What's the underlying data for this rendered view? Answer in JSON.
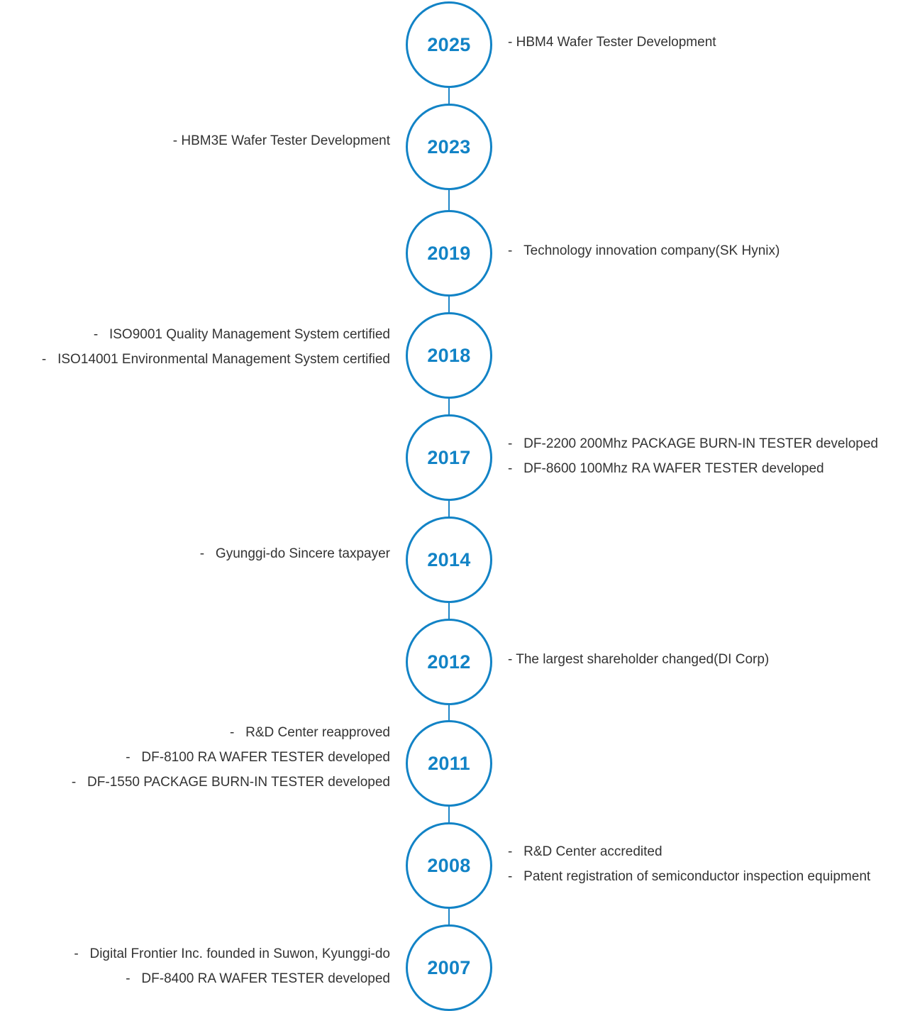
{
  "timeline": {
    "entries": [
      {
        "year": "2025",
        "side": "right",
        "events": [
          "- HBM4 Wafer Tester Development"
        ]
      },
      {
        "year": "2023",
        "side": "left",
        "events": [
          "- HBM3E Wafer Tester Development"
        ]
      },
      {
        "year": "2019",
        "side": "right",
        "events": [
          "-   Technology innovation company(SK Hynix)"
        ]
      },
      {
        "year": "2018",
        "side": "left",
        "events": [
          "-   ISO9001 Quality Management System certified",
          "-   ISO14001 Environmental Management System certified"
        ]
      },
      {
        "year": "2017",
        "side": "right",
        "events": [
          "-   DF-2200 200Mhz PACKAGE BURN-IN TESTER developed",
          "-   DF-8600 100Mhz RA WAFER TESTER developed"
        ]
      },
      {
        "year": "2014",
        "side": "left",
        "events": [
          "-   Gyunggi-do Sincere taxpayer"
        ]
      },
      {
        "year": "2012",
        "side": "right",
        "events": [
          "- The largest shareholder changed(DI Corp)"
        ]
      },
      {
        "year": "2011",
        "side": "left",
        "events": [
          "-   R&D Center reapproved",
          "-   DF-8100 RA WAFER TESTER developed",
          "-   DF-1550 PACKAGE BURN-IN TESTER developed"
        ]
      },
      {
        "year": "2008",
        "side": "right",
        "events": [
          "-   R&D Center accredited",
          "-   Patent registration of semiconductor inspection equipment"
        ]
      },
      {
        "year": "2007",
        "side": "left",
        "events": [
          "-   Digital Frontier Inc. founded in Suwon, Kyunggi-do",
          "-   DF-8400 RA WAFER TESTER developed"
        ]
      }
    ]
  },
  "colors": {
    "accent": "#1283c6",
    "text": "#333333"
  }
}
